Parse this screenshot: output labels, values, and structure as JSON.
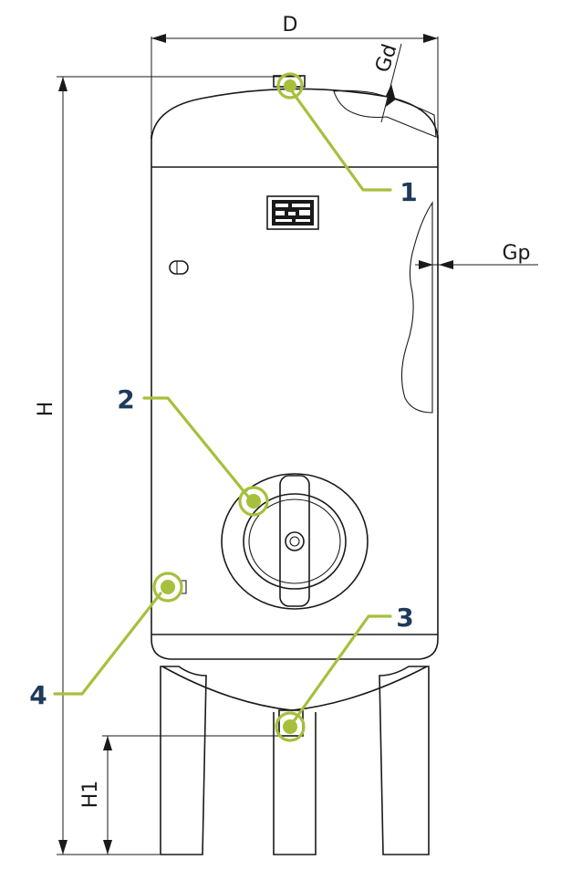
{
  "colors": {
    "outline": "#1a1a1a",
    "callout_accent": "#a6c03c",
    "callout_number": "#1f3a5a"
  },
  "dimensions": {
    "diameter": "D",
    "height": "H",
    "outlet_height": "H1",
    "head_thickness": "Gd",
    "wall_thickness": "Gp"
  },
  "callouts": [
    {
      "number": "1"
    },
    {
      "number": "2"
    },
    {
      "number": "3"
    },
    {
      "number": "4"
    }
  ]
}
